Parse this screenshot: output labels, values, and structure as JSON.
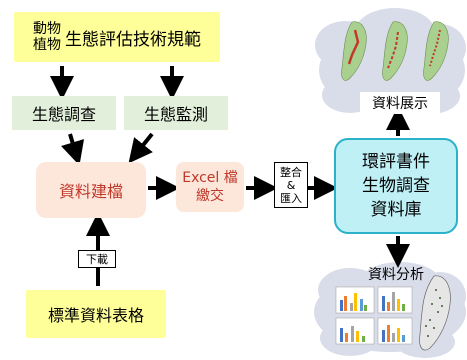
{
  "nodes": {
    "standards_top": "動物\n植物",
    "standards_main": "生態評估技術規範",
    "survey": "生態調查",
    "monitoring": "生態監測",
    "data_building": "資料建檔",
    "excel_line1": "Excel 檔",
    "excel_line2": "繳交",
    "integrate_line1": "整合",
    "integrate_line2": "&",
    "integrate_line3": "匯入",
    "database_line1": "環評書件",
    "database_line2": "生物調查",
    "database_line3": "資料庫",
    "download": "下載",
    "template": "標準資料表格",
    "display": "資料展示",
    "analysis": "資料分析"
  },
  "colors": {
    "yellow": "#ffff99",
    "green": "#e2efda",
    "pink": "#fde6da",
    "excel_red": "#c0392b",
    "cyan_fill": "#bff0f6",
    "cyan_border": "#2bb1c8",
    "cloud": "#d9dce9"
  }
}
